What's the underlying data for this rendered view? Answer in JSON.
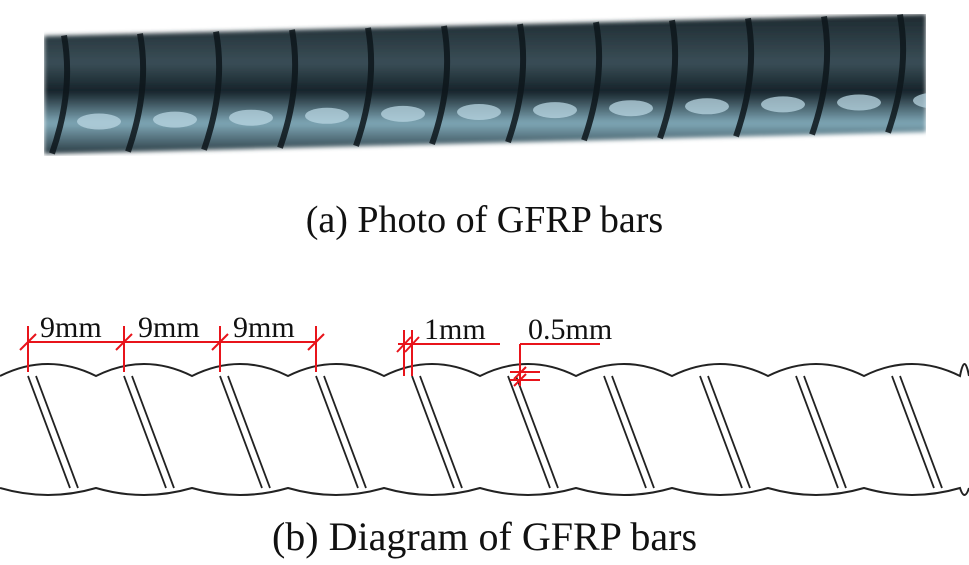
{
  "captions": {
    "photo": "(a) Photo of GFRP bars",
    "diagram": "(b) Diagram of GFRP bars"
  },
  "dimensions": {
    "pitch_1": "9mm",
    "pitch_2": "9mm",
    "pitch_3": "9mm",
    "rib_width": "1mm",
    "rib_height": "0.5mm"
  },
  "colors": {
    "dimension_line": "#e8141b",
    "outline": "#222222",
    "bar_dark": "#1c2a31",
    "bar_highlight": "#9fc3d2"
  }
}
